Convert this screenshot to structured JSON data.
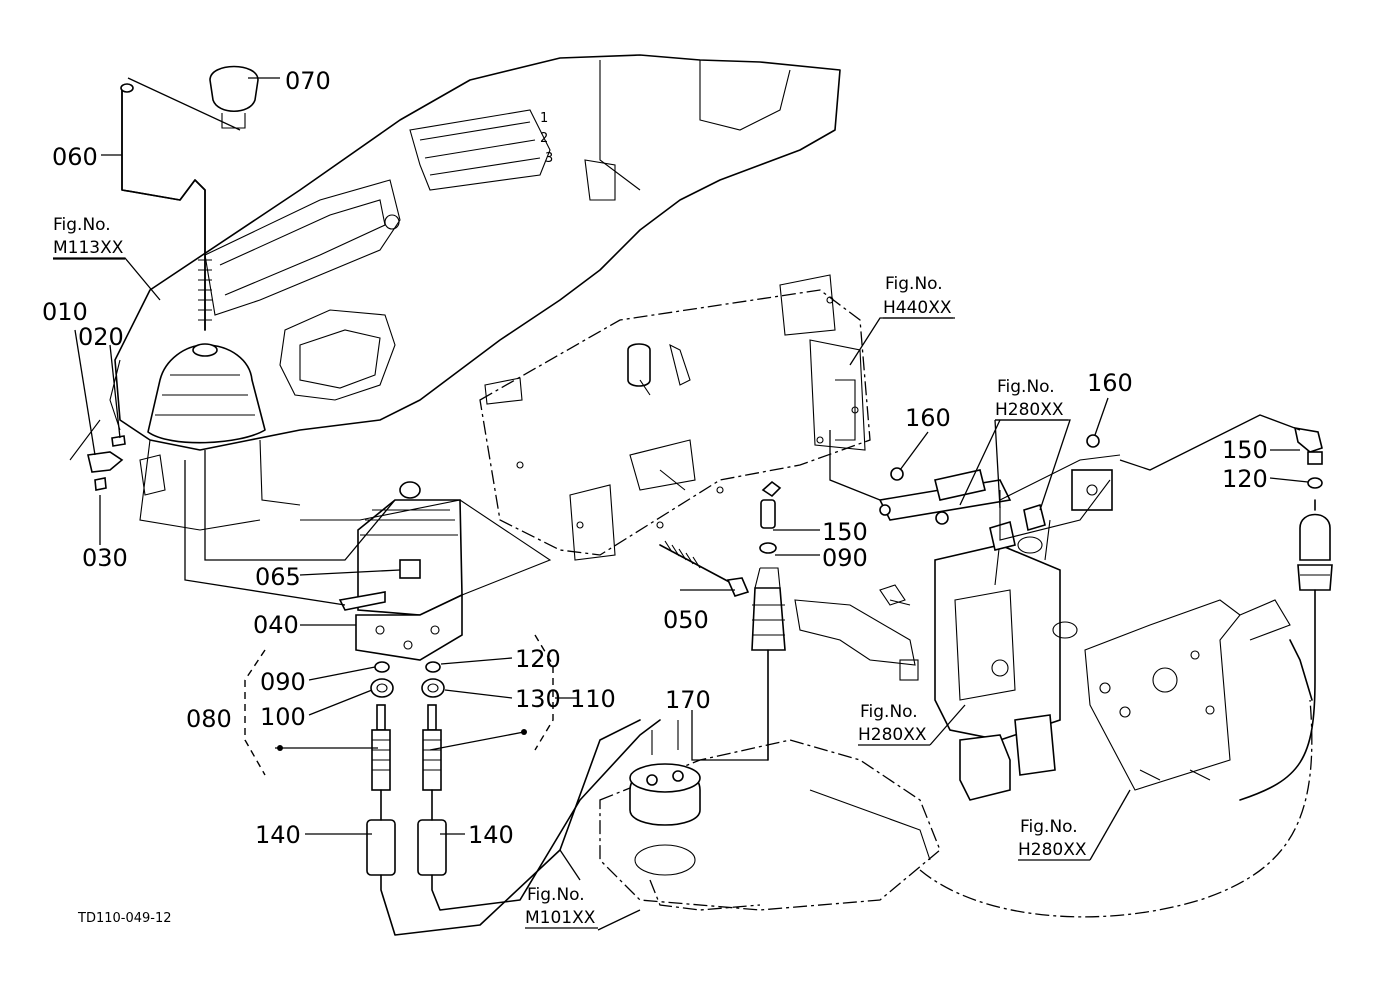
{
  "parts": {
    "p010": "010",
    "p020": "020",
    "p030": "030",
    "p040": "040",
    "p050": "050",
    "p060": "060",
    "p065": "065",
    "p070": "070",
    "p080": "080",
    "p090_left": "090",
    "p090_right": "090",
    "p100": "100",
    "p110": "110",
    "p120_left": "120",
    "p120_right": "120",
    "p130": "130",
    "p140_left": "140",
    "p140_right": "140",
    "p150_center": "150",
    "p150_right": "150",
    "p160_left": "160",
    "p160_right": "160",
    "p170": "170"
  },
  "figure_refs": {
    "fig_label": "Fig.No.",
    "m113": "M113XX",
    "h440": "H440XX",
    "h280_top": "H280XX",
    "h280_mid": "H280XX",
    "h280_bottom": "H280XX",
    "m101": "M101XX"
  },
  "drawing_code": "TD110-049-12"
}
